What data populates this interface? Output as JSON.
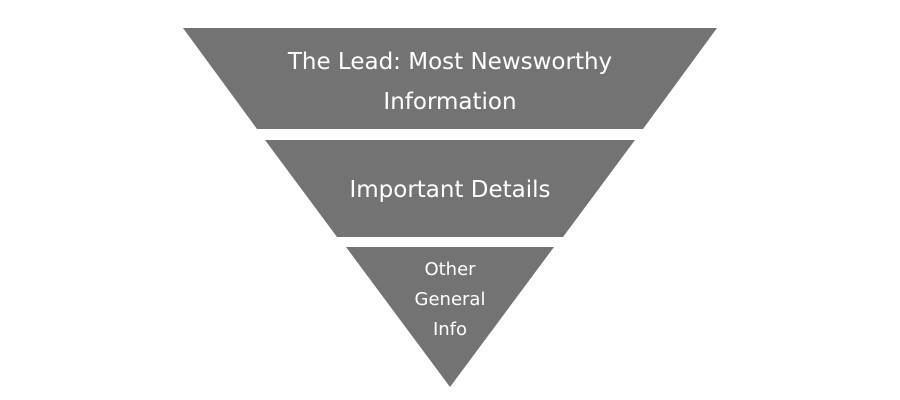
{
  "diagram": {
    "fill_color": "#737373",
    "text_color": "#ffffff",
    "background": "#ffffff",
    "tiers": [
      {
        "label": "The Lead: Most Newsworthy Information"
      },
      {
        "label": "Important Details"
      },
      {
        "label": "Other General Info"
      }
    ]
  }
}
